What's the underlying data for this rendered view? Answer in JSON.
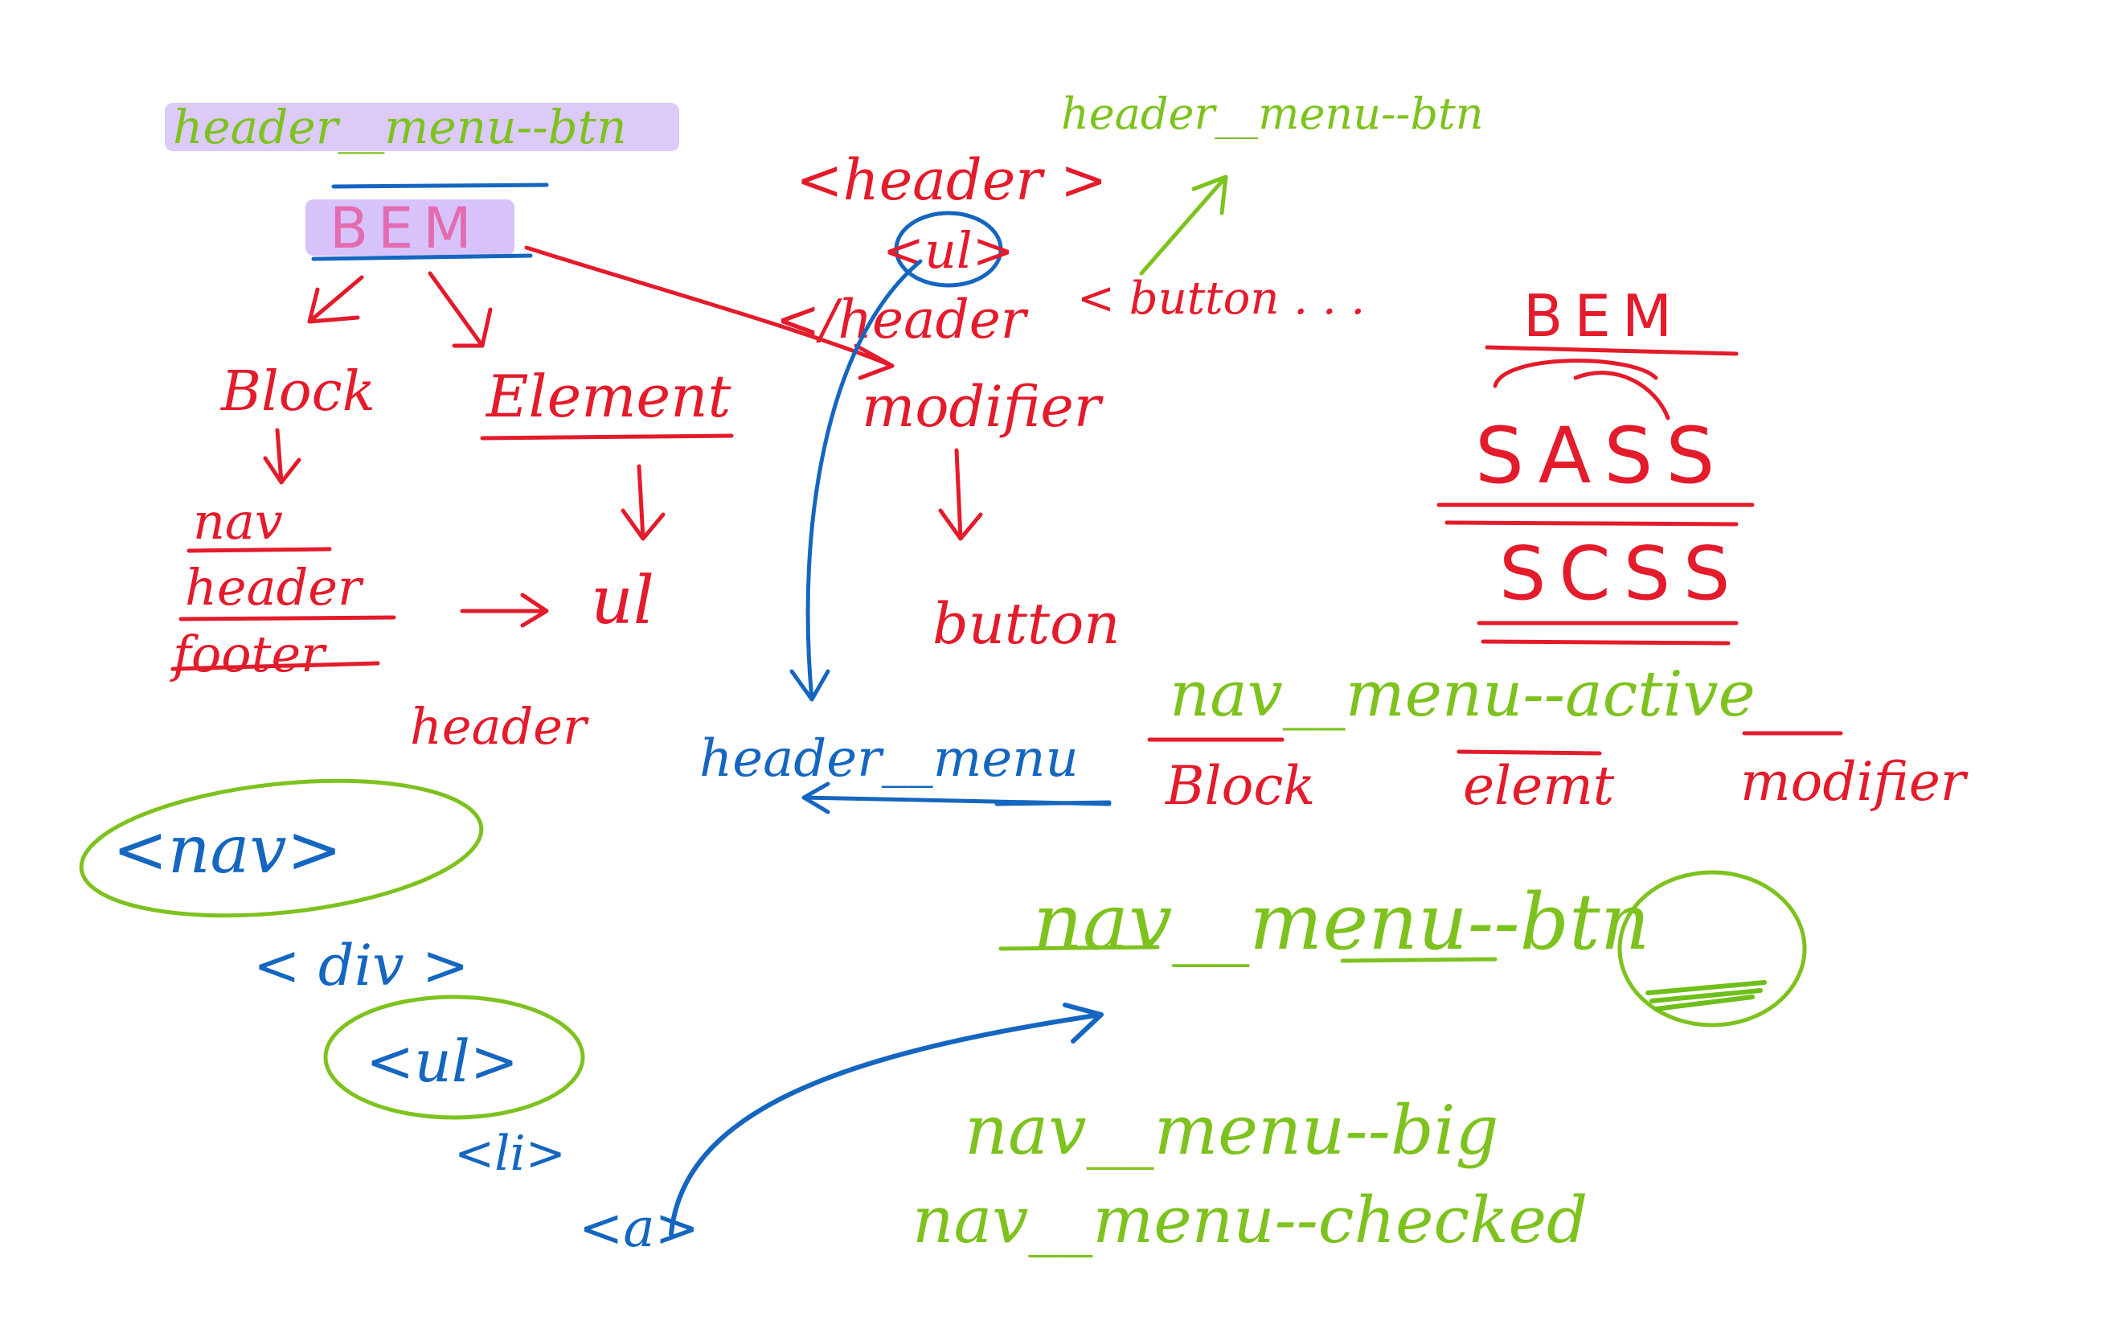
{
  "colors": {
    "red": "#e31b2b",
    "green": "#7dc21e",
    "blue": "#1566c0",
    "highlight": "#cdb4f7"
  },
  "notes": {
    "top_green_left": "header__menu--btn",
    "top_green_right": "header__menu--btn",
    "bem_title": "BEM",
    "block": "Block",
    "element": "Element",
    "modifier": "modifier",
    "nav": "nav",
    "header": "header",
    "footer": "footer",
    "ul": "ul",
    "button": "button",
    "header_lower": "header",
    "header_tag_open": "<header >",
    "ul_tag": "<ul>",
    "button_tag": "< button . . .",
    "header_tag_close": "</header",
    "bem_right": "BEM",
    "sass": "SASS",
    "scss": "SCSS",
    "header_menu_blue": "header__menu",
    "nav_menu_active": "nav__menu--active",
    "block_label": "Block",
    "element_label": "elemt",
    "modifier_label": "modifier",
    "nav_tag": "<nav>",
    "div_tag": "< div >",
    "ul_tag_lower": "<ul>",
    "li_tag": "<li>",
    "a_tag": "<a>",
    "nav_menu_btn": "nav__menu--btn",
    "nav_menu_big": "nav__menu--big",
    "nav_menu_checked": "nav__menu--checked"
  }
}
